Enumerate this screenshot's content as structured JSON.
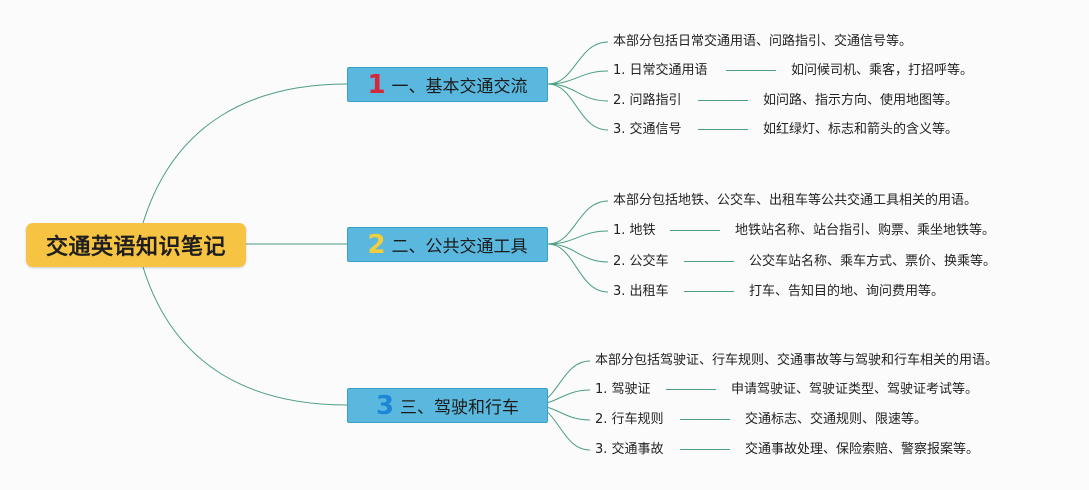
{
  "root": {
    "title": "交通英语知识笔记"
  },
  "colors": {
    "root_bg": "#f6c343",
    "branch_bg": "#5ab8de",
    "edge": "#4a9e84"
  },
  "branches": [
    {
      "num": "1",
      "num_color": "#d8273b",
      "label": "一、基本交通交流",
      "summary": "本部分包括日常交通用语、问路指引、交通信号等。",
      "items": [
        {
          "label": "1. 日常交通用语",
          "desc": "如问候司机、乘客，打招呼等。"
        },
        {
          "label": "2. 问路指引",
          "desc": "如问路、指示方向、使用地图等。"
        },
        {
          "label": "3. 交通信号",
          "desc": "如红绿灯、标志和箭头的含义等。"
        }
      ]
    },
    {
      "num": "2",
      "num_color": "#f2cf3a",
      "label": "二、公共交通工具",
      "summary": "本部分包括地铁、公交车、出租车等公共交通工具相关的用语。",
      "items": [
        {
          "label": "1. 地铁",
          "desc": "地铁站名称、站台指引、购票、乘坐地铁等。"
        },
        {
          "label": "2. 公交车",
          "desc": "公交车站名称、乘车方式、票价、换乘等。"
        },
        {
          "label": "3. 出租车",
          "desc": "打车、告知目的地、询问费用等。"
        }
      ]
    },
    {
      "num": "3",
      "num_color": "#1e86d6",
      "label": "三、驾驶和行车",
      "summary": "本部分包括驾驶证、行车规则、交通事故等与驾驶和行车相关的用语。",
      "items": [
        {
          "label": "1. 驾驶证",
          "desc": "申请驾驶证、驾驶证类型、驾驶证考试等。"
        },
        {
          "label": "2. 行车规则",
          "desc": "交通标志、交通规则、限速等。"
        },
        {
          "label": "3. 交通事故",
          "desc": "交通事故处理、保险索赔、警察报案等。"
        }
      ]
    }
  ]
}
